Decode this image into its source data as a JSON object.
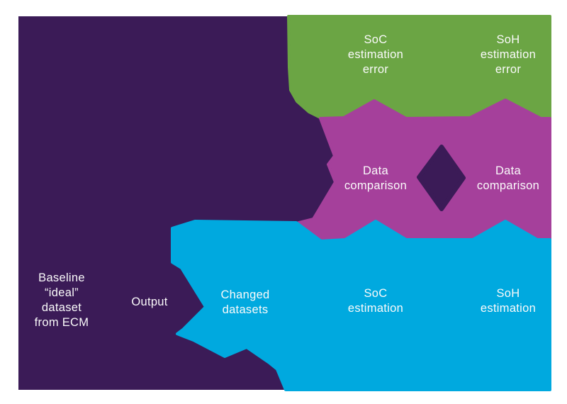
{
  "diagram": {
    "title_hint": "battery-soc-soh-estimation-process-flow",
    "colors": {
      "page": "#FFFFFF",
      "background_purple": "#3B1B57",
      "green": "#6BA544",
      "magenta": "#A5409B",
      "cyan": "#00A9DF",
      "label_text": "#FAFAFA"
    },
    "labels": {
      "baseline_dataset": {
        "lines": [
          "Baseline",
          "“ideal”",
          "dataset",
          "from ECM"
        ]
      },
      "output": {
        "lines": [
          "Output"
        ]
      },
      "changed_datasets": {
        "lines": [
          "Changed",
          "datasets"
        ]
      },
      "soc_estimation": {
        "lines": [
          "SoC",
          "estimation"
        ]
      },
      "soh_estimation": {
        "lines": [
          "SoH",
          "estimation"
        ]
      },
      "data_comparison_left": {
        "lines": [
          "Data",
          "comparison"
        ]
      },
      "data_comparison_right": {
        "lines": [
          "Data",
          "comparison"
        ]
      },
      "soc_estimation_error": {
        "lines": [
          "SoC",
          "estimation",
          "error"
        ]
      },
      "soh_estimation_error": {
        "lines": [
          "SoH",
          "estimation",
          "error"
        ]
      }
    }
  }
}
